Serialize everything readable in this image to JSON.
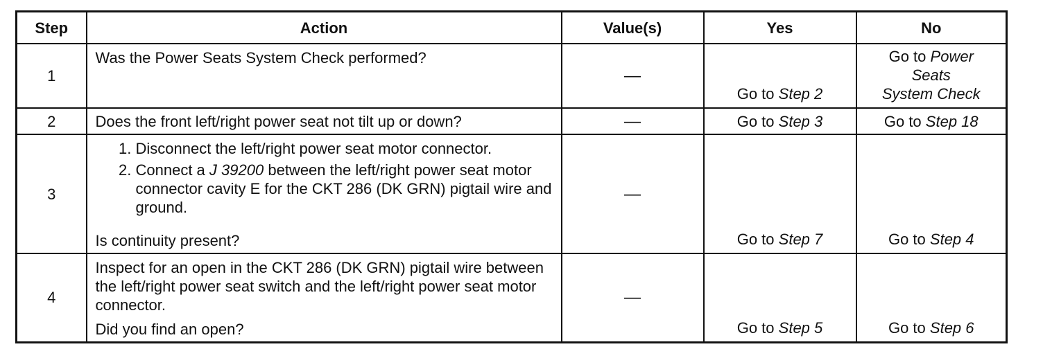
{
  "headers": [
    "Step",
    "Action",
    "Value(s)",
    "Yes",
    "No"
  ],
  "rows": [
    {
      "step": "1",
      "action": "Was the Power Seats System Check performed?",
      "value": "—",
      "yes": {
        "prefix": "Go to",
        "ref": "Step 2"
      },
      "no": {
        "line1": "Go to",
        "line1_ref": "Power",
        "line2": "Seats",
        "line3": "System Check"
      }
    },
    {
      "step": "2",
      "action": "Does the front left/right power seat not tilt up or down?",
      "value": "—",
      "yes": {
        "prefix": "Go to",
        "ref": "Step 3"
      },
      "no": {
        "prefix": "Go to",
        "ref": "Step 18"
      }
    },
    {
      "step": "3",
      "items": [
        {
          "text": "Disconnect the left/right power seat motor connector."
        },
        {
          "before": "Connect a",
          "tool": "J 39200",
          "after": "between the left/right power seat motor connector cavity E for the CKT 286 (DK GRN) pigtail wire and ground."
        }
      ],
      "question": "Is continuity present?",
      "value": "—",
      "yes": {
        "prefix": "Go to",
        "ref": "Step 7"
      },
      "no": {
        "prefix": "Go to",
        "ref": "Step 4"
      }
    },
    {
      "step": "4",
      "action": "Inspect for an open in the CKT 286 (DK GRN) pigtail wire between the left/right power seat switch and the left/right power seat motor connector.",
      "question": "Did you find an open?",
      "value": "—",
      "yes": {
        "prefix": "Go to",
        "ref": "Step 5"
      },
      "no": {
        "prefix": "Go to",
        "ref": "Step 6"
      }
    }
  ]
}
